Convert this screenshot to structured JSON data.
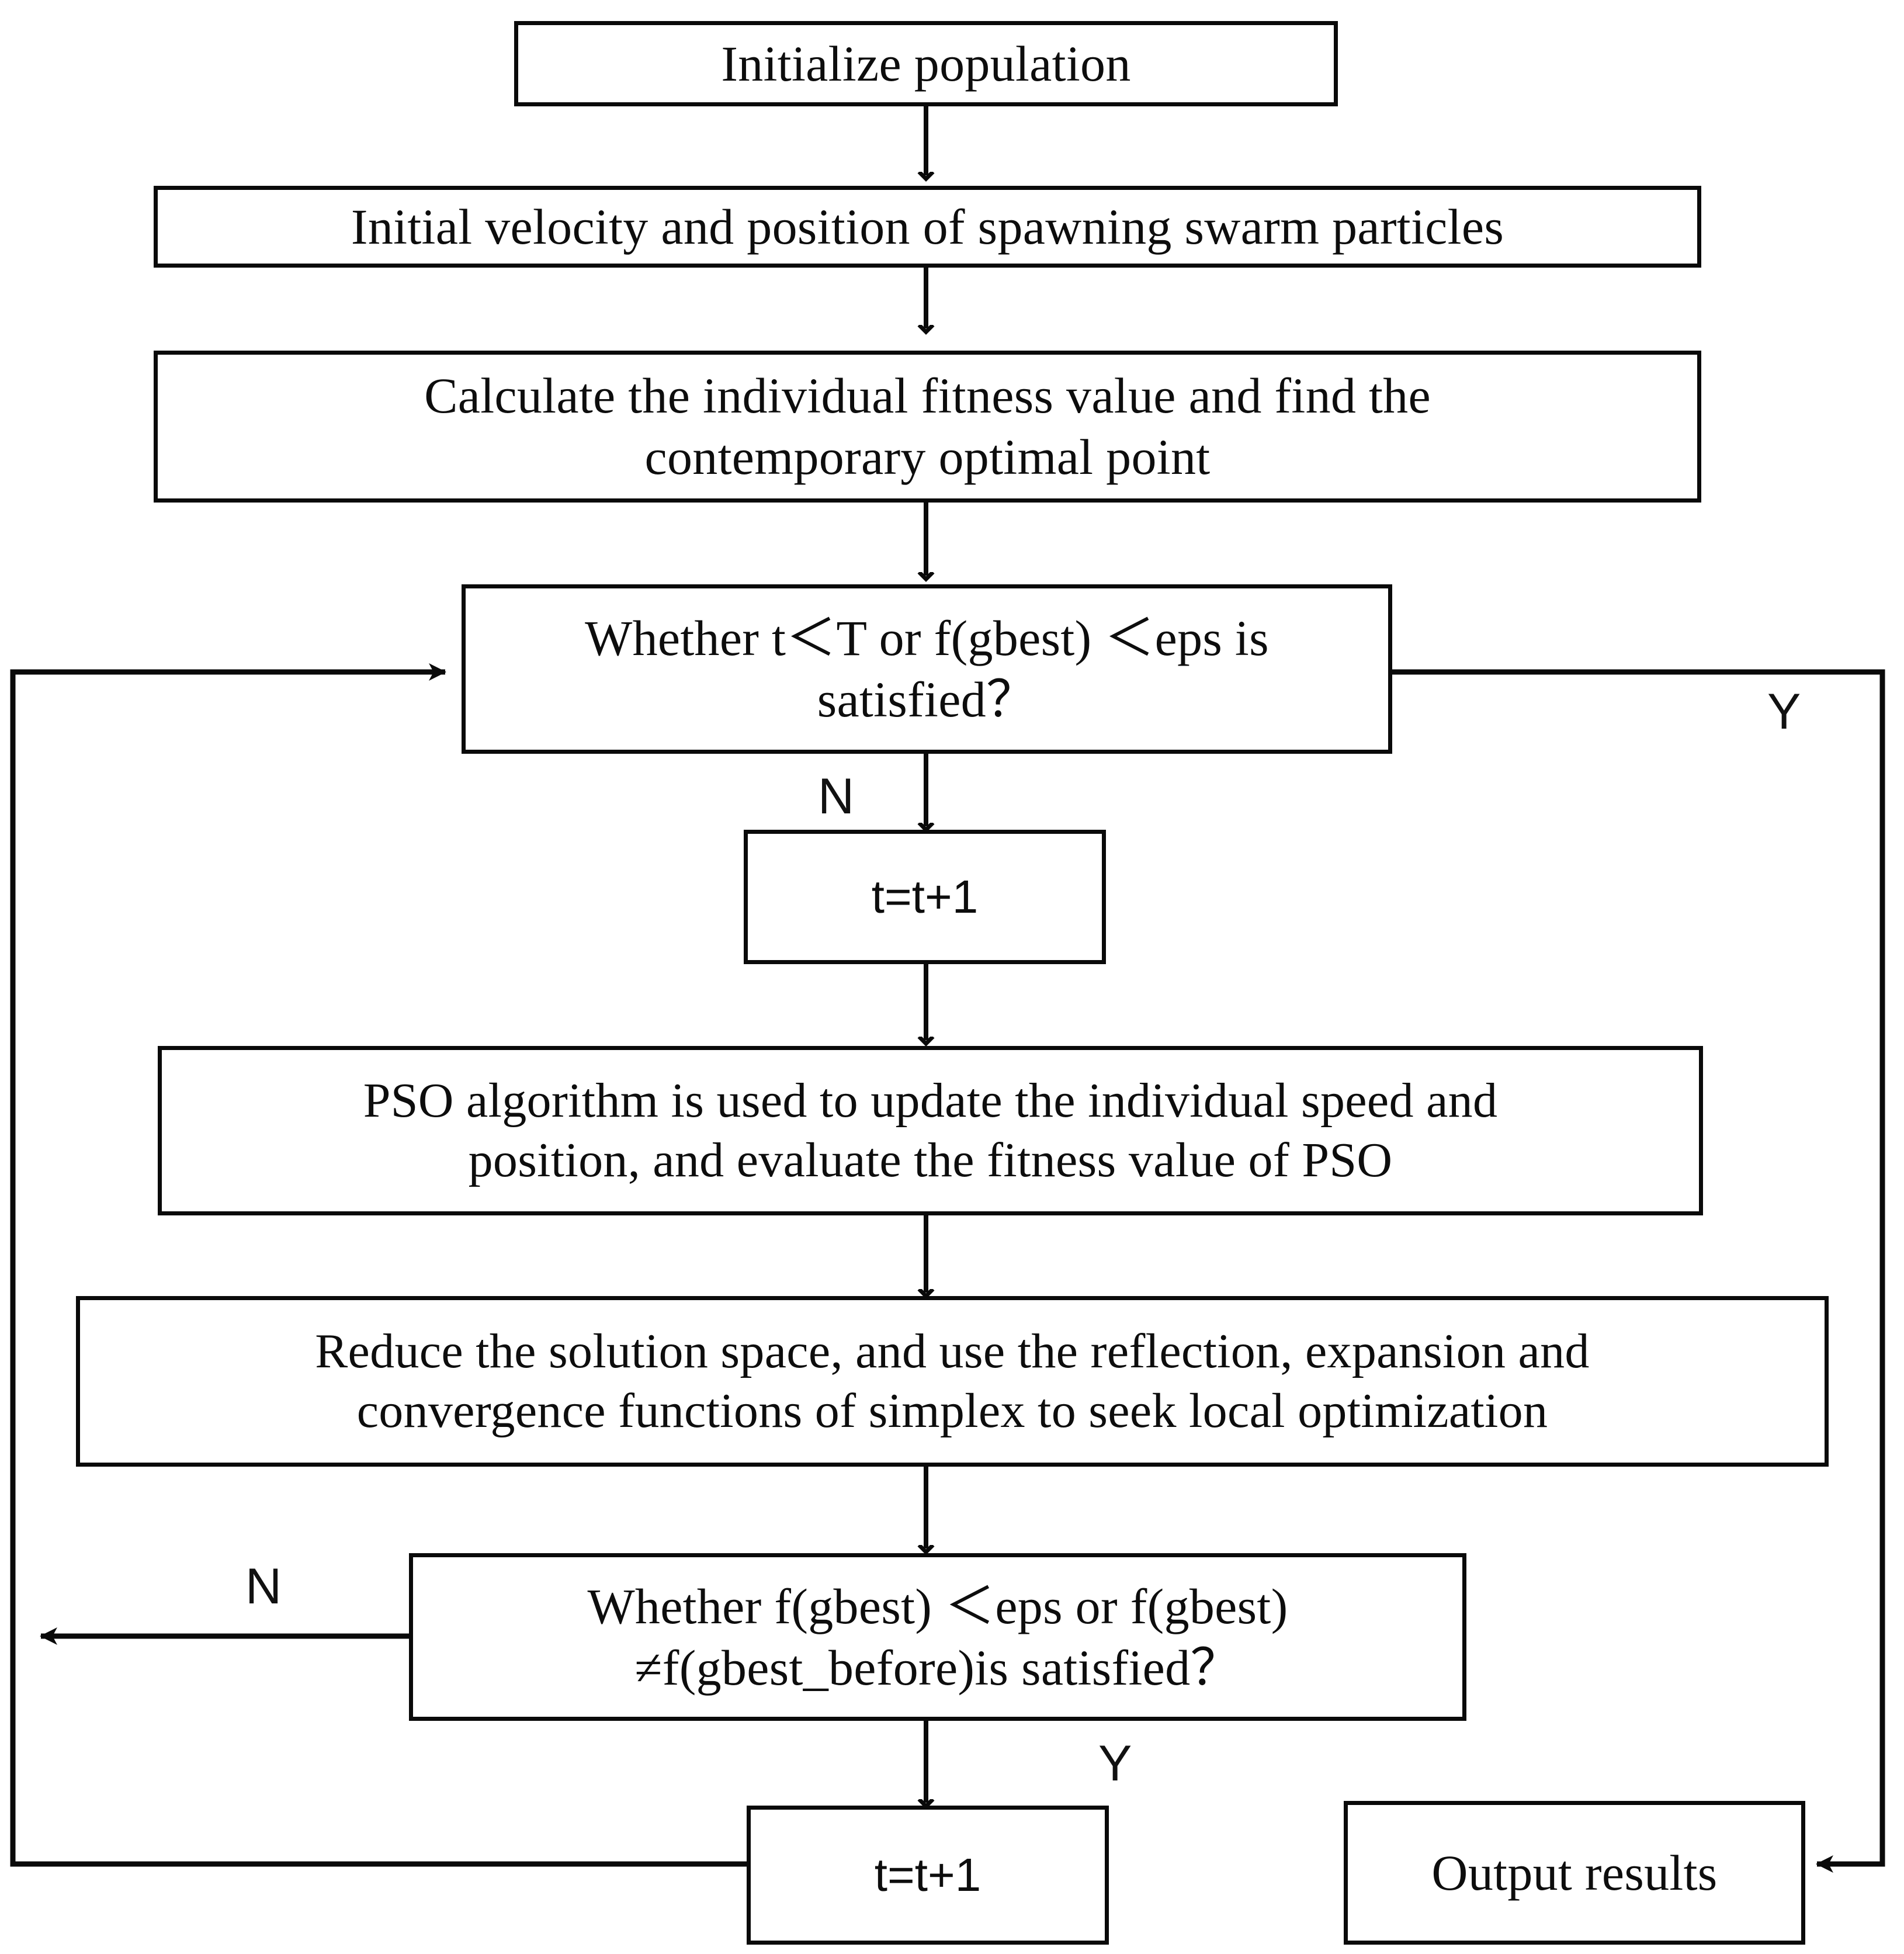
{
  "diagram": {
    "title": "PSO-simplex hybrid algorithm flowchart",
    "accent_color": "#0a0a0a",
    "background_color": "#ffffff"
  },
  "nodes": {
    "initialize_population": "Initialize population",
    "initial_velocity": "Initial velocity and position of spawning swarm particles",
    "calculate_fitness": "Calculate the individual fitness value and find the\ncontemporary optimal point",
    "decision_iteration": "Whether t＜T or f(gbest) ＜eps is\nsatisfied？",
    "increment_top": "t=t+1",
    "pso_update": "PSO algorithm is used to update the individual speed and\nposition, and evaluate the fitness value of PSO",
    "simplex_local": "Reduce the solution space, and use the reflection, expansion and\nconvergence functions of simplex to seek local optimization",
    "decision_convergence": "Whether f(gbest) ＜eps  or f(gbest)\n≠f(gbest_before)is satisfied？",
    "increment_bottom": "t=t+1",
    "output_results": "Output results"
  },
  "branch_labels": {
    "iteration_no": "N",
    "iteration_yes": "Y",
    "convergence_no": "N",
    "convergence_yes": "Y"
  },
  "edges": [
    {
      "from": "initialize_population",
      "to": "initial_velocity",
      "label": ""
    },
    {
      "from": "initial_velocity",
      "to": "calculate_fitness",
      "label": ""
    },
    {
      "from": "calculate_fitness",
      "to": "decision_iteration",
      "label": ""
    },
    {
      "from": "decision_iteration",
      "to": "increment_top",
      "label": "N"
    },
    {
      "from": "decision_iteration",
      "to": "output_results",
      "label": "Y"
    },
    {
      "from": "increment_top",
      "to": "pso_update",
      "label": ""
    },
    {
      "from": "pso_update",
      "to": "simplex_local",
      "label": ""
    },
    {
      "from": "simplex_local",
      "to": "decision_convergence",
      "label": ""
    },
    {
      "from": "decision_convergence",
      "to": "decision_iteration",
      "label": "N"
    },
    {
      "from": "decision_convergence",
      "to": "increment_bottom",
      "label": "Y"
    },
    {
      "from": "increment_bottom",
      "to": "decision_iteration",
      "label": ""
    }
  ]
}
